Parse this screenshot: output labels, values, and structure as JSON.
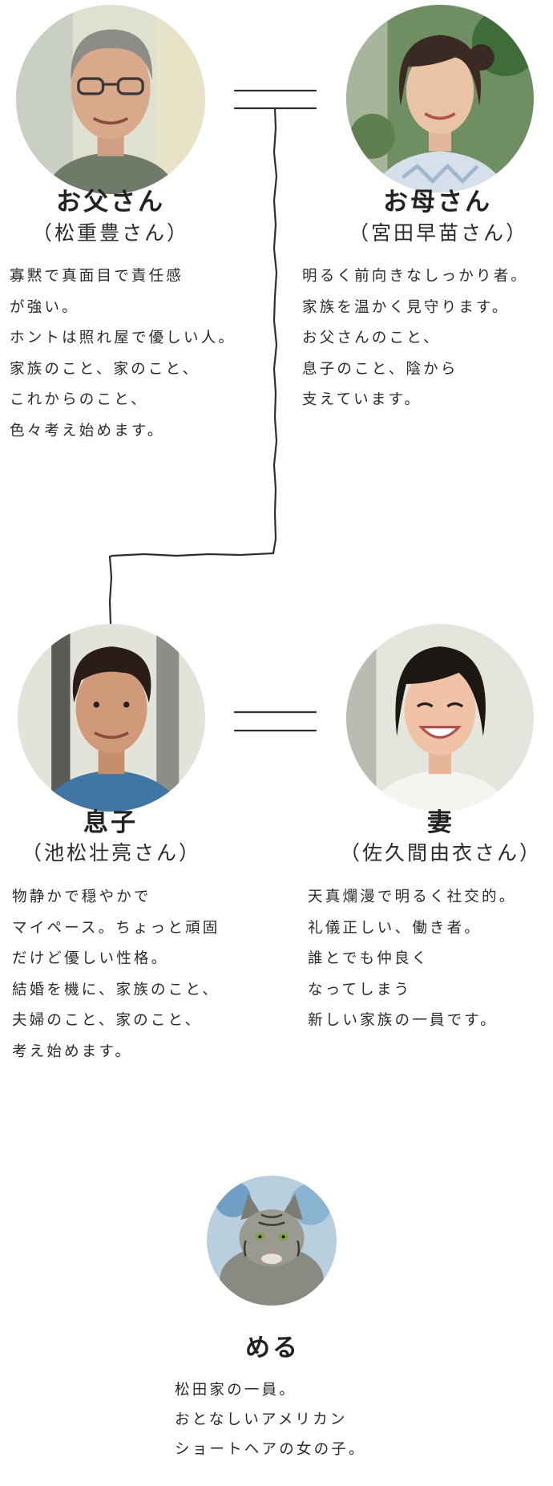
{
  "colors": {
    "line": "#2e2e2e",
    "text": "#2a2a2a"
  },
  "father": {
    "name": "お父さん",
    "actor": "（松重豊さん）",
    "lines": [
      "寡黙で真面目で責任感",
      "が強い。",
      "ホントは照れ屋で優しい人。",
      "家族のこと、家のこと、",
      "これからのこと、",
      "色々考え始めます。"
    ]
  },
  "mother": {
    "name": "お母さん",
    "actor": "（宮田早苗さん）",
    "lines": [
      "明るく前向きなしっかり者。",
      "家族を温かく見守ります。",
      "お父さんのこと、",
      "息子のこと、陰から",
      "支えています。"
    ]
  },
  "son": {
    "name": "息子",
    "actor": "（池松壮亮さん）",
    "lines": [
      "物静かで穏やかで",
      "マイペース。ちょっと頑固",
      "だけど優しい性格。",
      "結婚を機に、家族のこと、",
      "夫婦のこと、家のこと、",
      "考え始めます。"
    ]
  },
  "wife": {
    "name": "妻",
    "actor": "（佐久間由衣さん）",
    "lines": [
      "天真爛漫で明るく社交的。",
      "礼儀正しい、働き者。",
      "誰とでも仲良く",
      "なってしまう",
      "新しい家族の一員です。"
    ]
  },
  "cat": {
    "name": "める",
    "lines": [
      "松田家の一員。",
      "おとなしいアメリカン",
      "ショートヘアの女の子。"
    ]
  }
}
